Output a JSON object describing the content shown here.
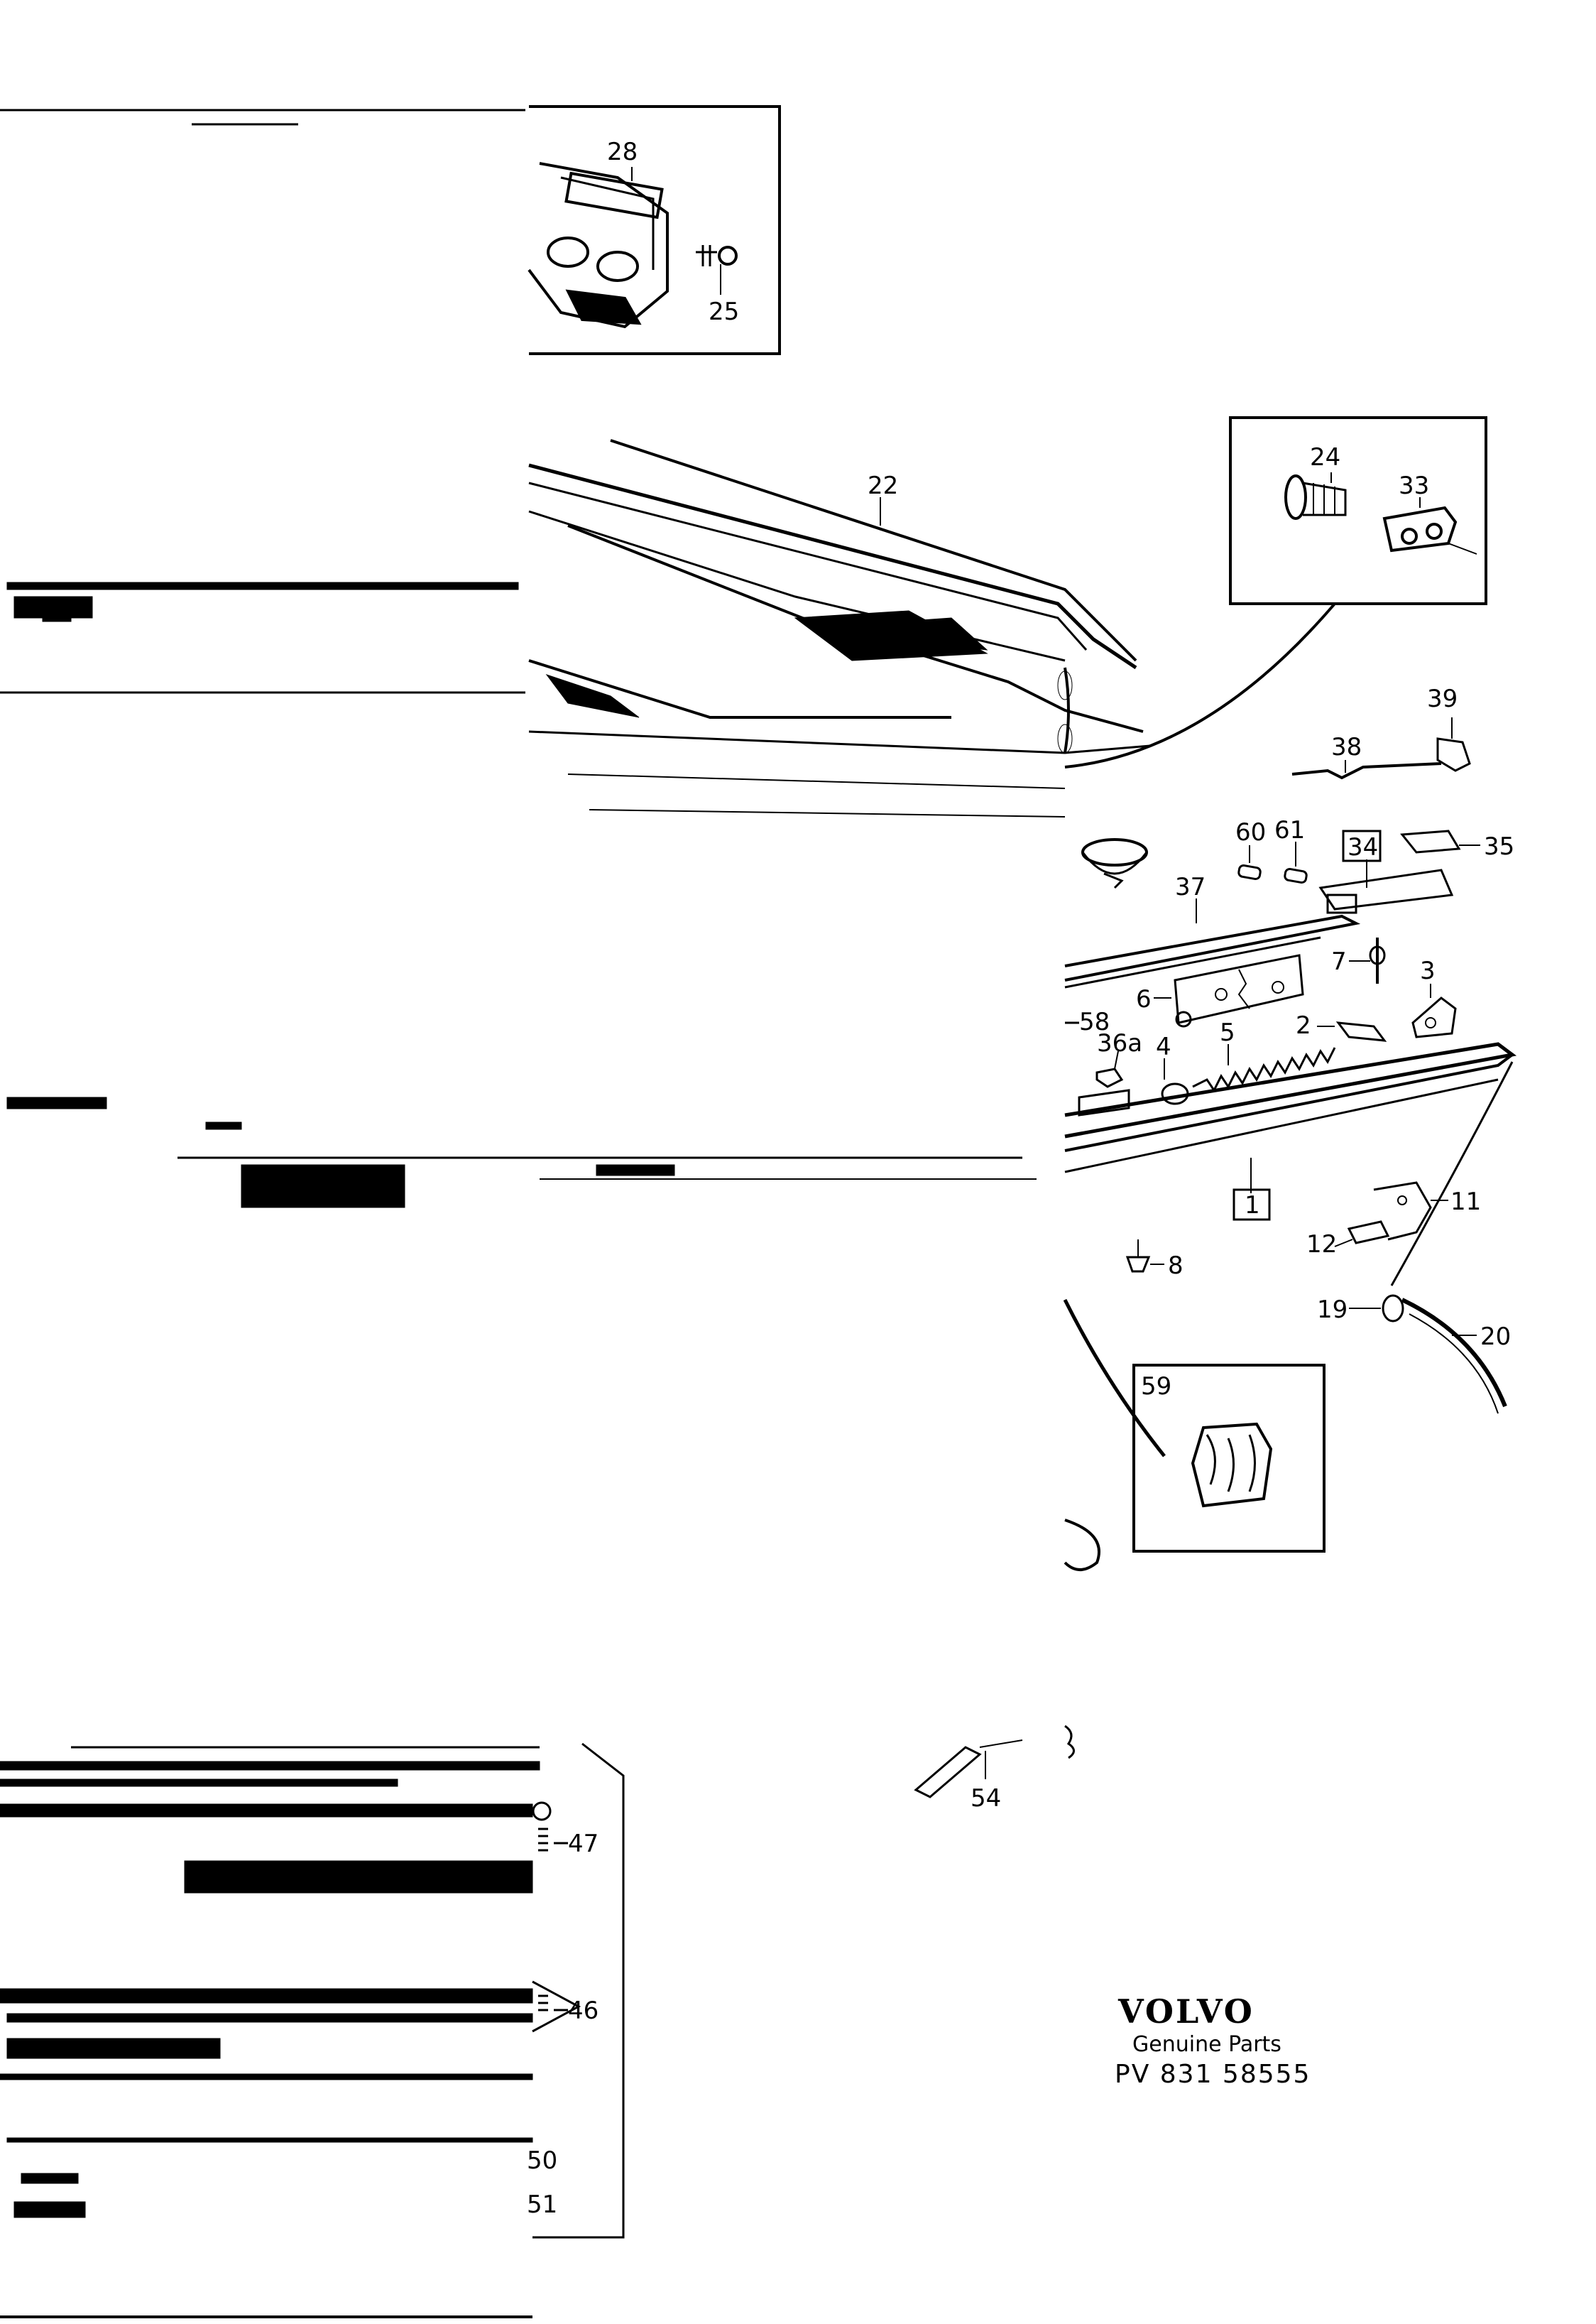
{
  "diagram": {
    "callouts": [
      "28",
      "25",
      "22",
      "24",
      "33",
      "39",
      "38",
      "60",
      "61",
      "34",
      "35",
      "37",
      "7",
      "3",
      "6",
      "58",
      "2",
      "5",
      "36a",
      "4",
      "11",
      "1",
      "12",
      "8",
      "19",
      "20",
      "59",
      "54",
      "47",
      "46",
      "50",
      "51"
    ],
    "boxed_callouts": [
      "34",
      "1"
    ]
  },
  "brand": {
    "logo_text": "VOLVO",
    "subtitle": "Genuine Parts",
    "part_number": "PV 831 58555"
  }
}
